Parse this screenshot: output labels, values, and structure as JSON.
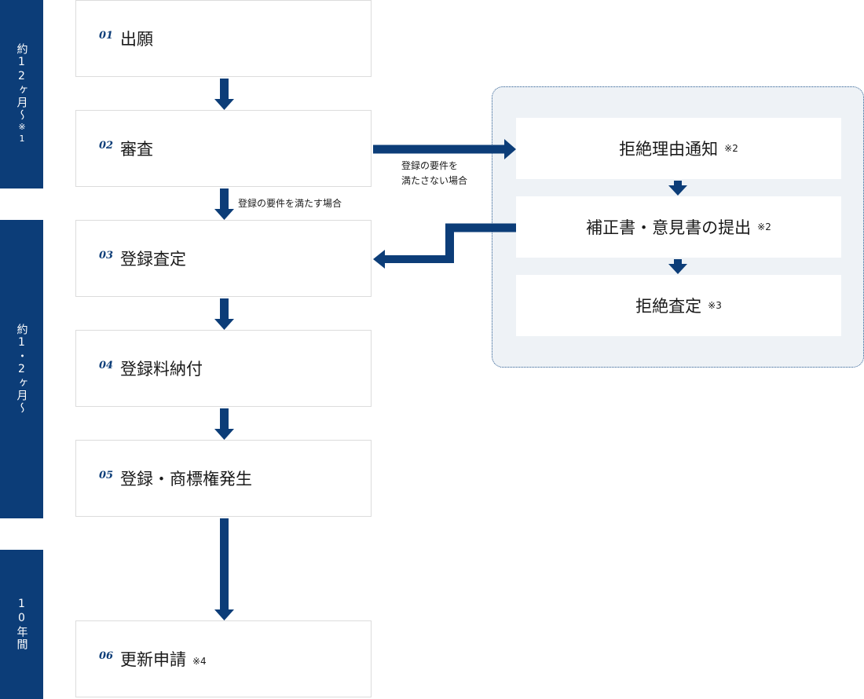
{
  "bars": [
    {
      "text": "約12ヶ月〜",
      "note": "※1"
    },
    {
      "text": "約1・2ヶ月〜",
      "note": ""
    },
    {
      "text": "10年間",
      "note": ""
    }
  ],
  "steps": [
    {
      "num": "01",
      "label": "出願",
      "note": ""
    },
    {
      "num": "02",
      "label": "審査",
      "note": ""
    },
    {
      "num": "03",
      "label": "登録査定",
      "note": ""
    },
    {
      "num": "04",
      "label": "登録料納付",
      "note": ""
    },
    {
      "num": "05",
      "label": "登録・商標権発生",
      "note": ""
    },
    {
      "num": "06",
      "label": "更新申請",
      "note": "※4"
    }
  ],
  "refusal_path": [
    {
      "label": "拒絶理由通知",
      "note": "※2"
    },
    {
      "label": "補正書・意見書の提出",
      "note": "※2"
    },
    {
      "label": "拒絶査定",
      "note": "※3"
    }
  ],
  "arrow_labels": {
    "meets_requirements": "登録の要件を満たす場合",
    "fails_requirements_line1": "登録の要件を",
    "fails_requirements_line2": "満たさない場合"
  },
  "colors": {
    "primary": "#0c3d78",
    "panel_bg": "#eef2f6",
    "box_border": "#dcdcdc"
  }
}
